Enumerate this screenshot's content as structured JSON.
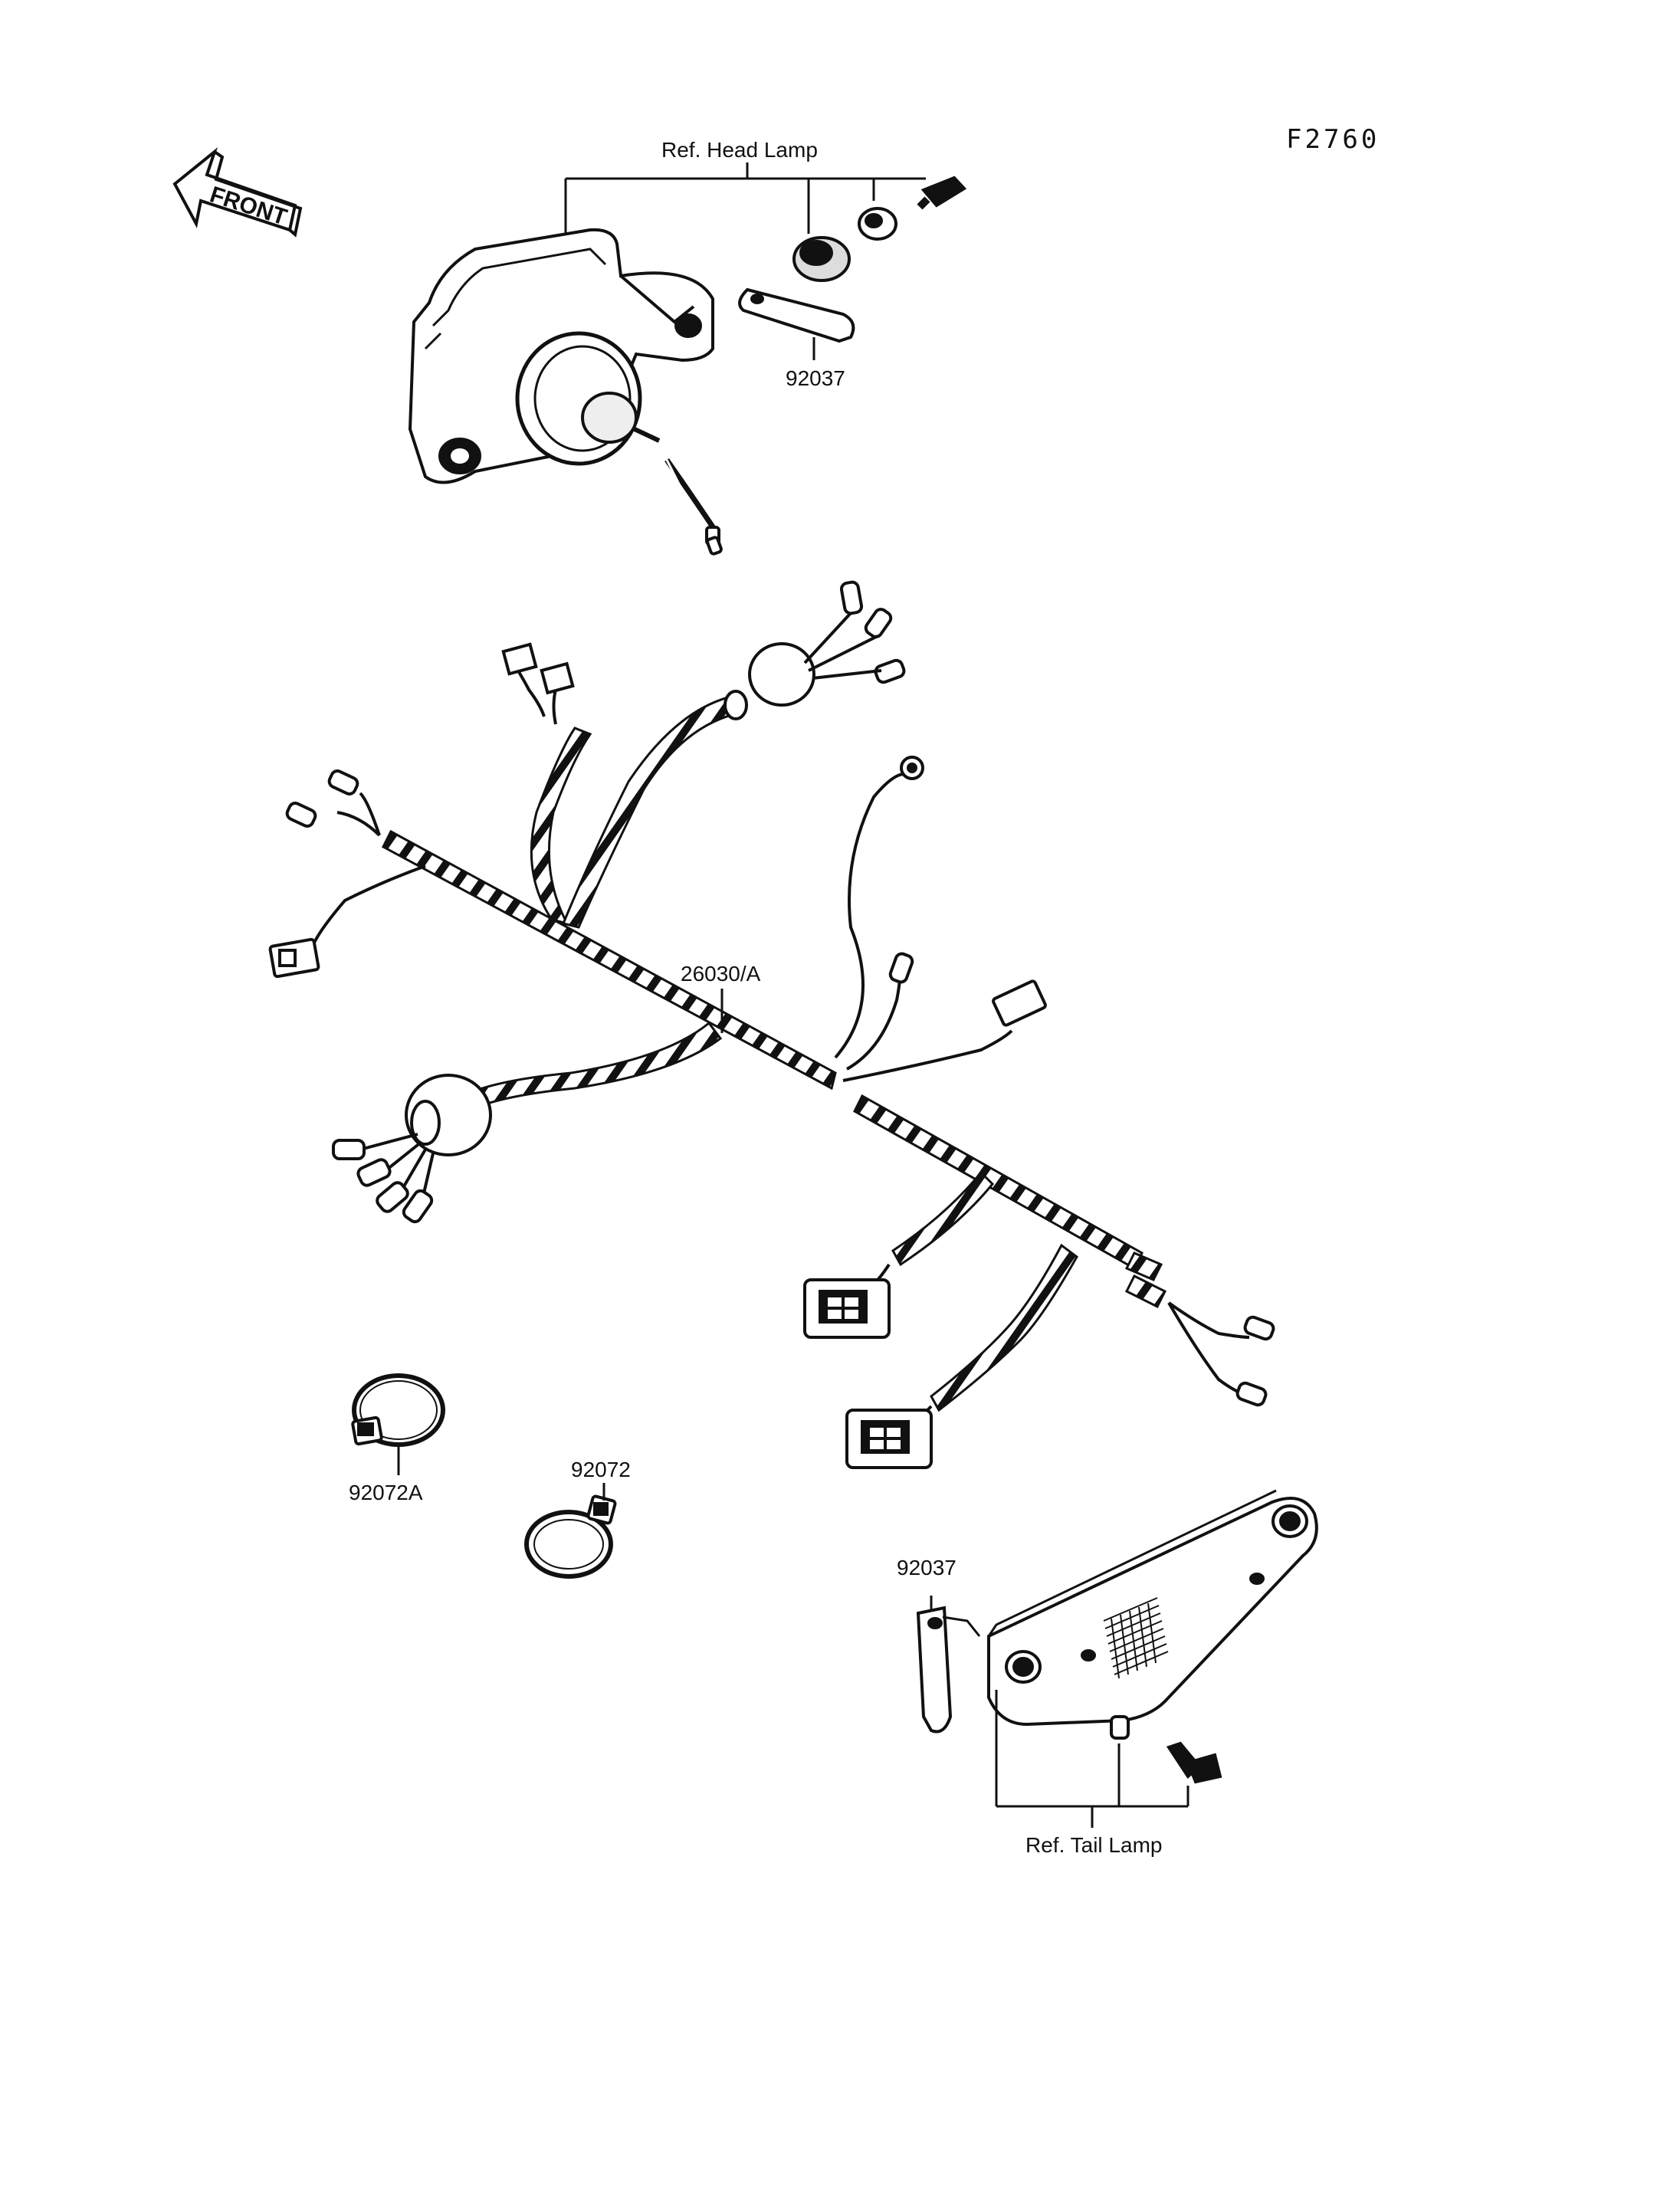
{
  "figure_code": "F2760",
  "front_arrow": {
    "label": "FRONT",
    "icon": "front-direction-arrow-icon"
  },
  "references": {
    "head_lamp": "Ref. Head Lamp",
    "tail_lamp": "Ref. Tail Lamp"
  },
  "part_numbers": {
    "main_harness": "26030/A",
    "head_lamp_strap": "92037",
    "tail_lamp_strap": "92037",
    "clamp_a": "92072A",
    "clamp": "92072"
  },
  "colors": {
    "ink": "#111111",
    "paper": "#ffffff"
  }
}
